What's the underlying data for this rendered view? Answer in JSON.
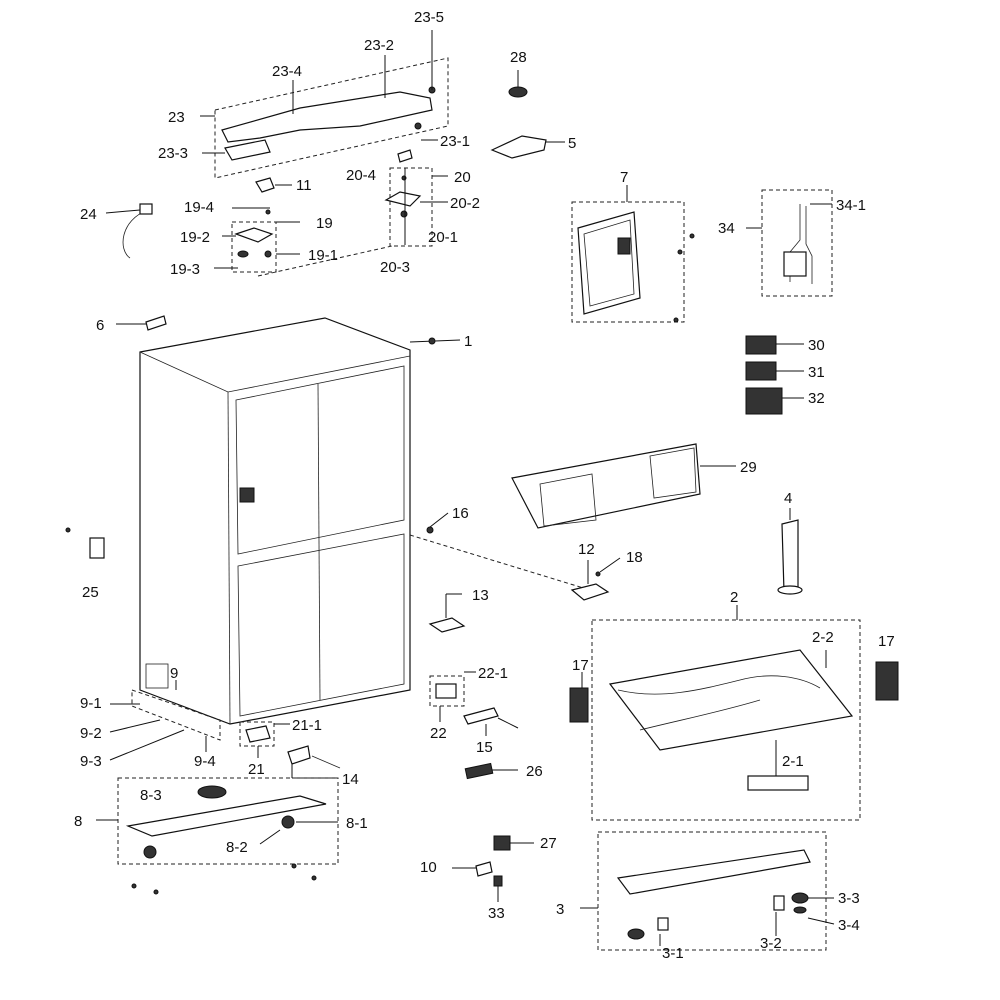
{
  "diagram": {
    "labels": {
      "l23_5": "23-5",
      "l23_2": "23-2",
      "l23_4": "23-4",
      "l23": "23",
      "l23_3": "23-3",
      "l23_1": "23-1",
      "l28": "28",
      "l5": "5",
      "l11": "11",
      "l20_4": "20-4",
      "l20": "20",
      "l20_2": "20-2",
      "l20_1": "20-1",
      "l20_3": "20-3",
      "l24": "24",
      "l19_4": "19-4",
      "l19": "19",
      "l19_2": "19-2",
      "l19_1": "19-1",
      "l19_3": "19-3",
      "l7": "7",
      "l34": "34",
      "l34_1": "34-1",
      "l6": "6",
      "l1": "1",
      "l30": "30",
      "l31": "31",
      "l32": "32",
      "l29": "29",
      "l16": "16",
      "l4": "4",
      "l25": "25",
      "l12": "12",
      "l18": "18",
      "l13": "13",
      "l2": "2",
      "l2_2": "2-2",
      "l17a": "17",
      "l17b": "17",
      "l9": "9",
      "l9_1": "9-1",
      "l9_2": "9-2",
      "l9_3": "9-3",
      "l9_4": "9-4",
      "l22_1": "22-1",
      "l22": "22",
      "l21_1": "21-1",
      "l15": "15",
      "l21": "21",
      "l14": "14",
      "l26": "26",
      "l2_1": "2-1",
      "l8_3": "8-3",
      "l8": "8",
      "l8_1": "8-1",
      "l8_2": "8-2",
      "l27": "27",
      "l10": "10",
      "l33": "33",
      "l3": "3",
      "l3_3": "3-3",
      "l3_4": "3-4",
      "l3_1": "3-1",
      "l3_2": "3-2"
    }
  }
}
